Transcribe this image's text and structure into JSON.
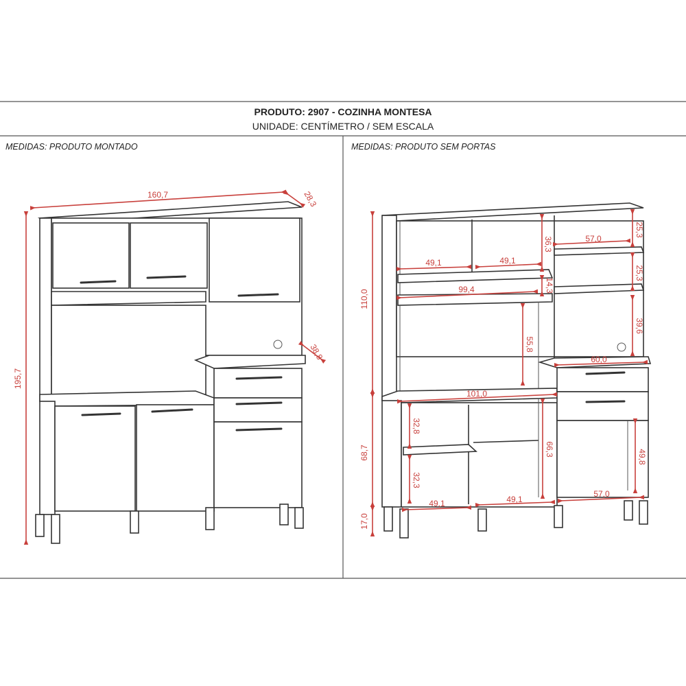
{
  "header": {
    "title": "PRODUTO: 2907 - COZINHA MONTESA",
    "subtitle": "UNIDADE: CENTÍMETRO / SEM ESCALA"
  },
  "colors": {
    "dimension": "#c8403c",
    "line": "#333333"
  },
  "left_panel": {
    "label": "MEDIDAS: PRODUTO MONTADO",
    "dims": {
      "width": "160,7",
      "depth": "28,3",
      "height": "195,7",
      "counter_depth": "38,8"
    }
  },
  "right_panel": {
    "label": "MEDIDAS: PRODUTO SEM PORTAS",
    "dims": {
      "upper_height": "110,0",
      "lower_height": "68,7",
      "leg_height": "17,0",
      "niche_left_w": "49,1",
      "niche_mid_w": "49,1",
      "niche_h": "36,3",
      "shelf_gap": "14,3",
      "upper_shelf_w": "99,4",
      "right_top_w": "57,0",
      "right_h1": "25,3",
      "right_h2": "25,3",
      "right_h3": "39,6",
      "counter_w": "60,0",
      "tv_h": "55,8",
      "base_w": "101,0",
      "low_h1": "32,8",
      "low_h2": "32,3",
      "low_mid_h": "66,3",
      "low_w1": "49,1",
      "low_w2": "49,1",
      "low_right_w": "57,0",
      "low_right_h": "49,8"
    }
  }
}
